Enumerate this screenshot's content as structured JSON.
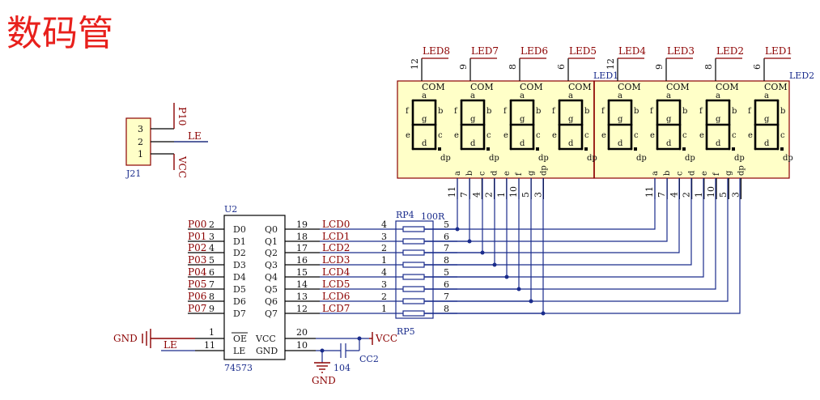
{
  "title": "数码管",
  "colors": {
    "title": "#e8201c",
    "wire": "#1a2c8c",
    "net_label": "#8b0000",
    "display_fill": "#ffffc8",
    "body": "#000000"
  },
  "displays": {
    "left": {
      "name": "LED1"
    },
    "right": {
      "name": "LED2"
    },
    "digit_labels": [
      "LED8",
      "LED7",
      "LED6",
      "LED5",
      "LED4",
      "LED3",
      "LED2",
      "LED1"
    ],
    "com_pins": [
      "12",
      "9",
      "8",
      "6",
      "12",
      "9",
      "8",
      "6"
    ],
    "com_label": "COM",
    "seg_a": "a",
    "seg_b": "b",
    "seg_c": "c",
    "seg_d": "d",
    "seg_e": "e",
    "seg_f": "f",
    "seg_g": "g",
    "seg_dp": "dp",
    "bottom_pins": [
      "a",
      "b",
      "c",
      "d",
      "e",
      "f",
      "g",
      "dp"
    ],
    "bottom_pin_numbers": [
      "11",
      "7",
      "4",
      "2",
      "1",
      "10",
      "5",
      "3"
    ]
  },
  "j21": {
    "name": "J21",
    "pins": [
      "3",
      "2",
      "1"
    ],
    "nets": [
      "P10",
      "LE",
      "VCC"
    ]
  },
  "u2": {
    "name": "U2",
    "part": "74573",
    "left_pins": [
      {
        "net": "P00",
        "num": "2",
        "pin": "D0"
      },
      {
        "net": "P01",
        "num": "3",
        "pin": "D1"
      },
      {
        "net": "P02",
        "num": "4",
        "pin": "D2"
      },
      {
        "net": "P03",
        "num": "5",
        "pin": "D3"
      },
      {
        "net": "P04",
        "num": "6",
        "pin": "D4"
      },
      {
        "net": "P05",
        "num": "7",
        "pin": "D5"
      },
      {
        "net": "P06",
        "num": "8",
        "pin": "D6"
      },
      {
        "net": "P07",
        "num": "9",
        "pin": "D7"
      }
    ],
    "right_pins": [
      {
        "pin": "Q0",
        "num": "19",
        "net": "LCD0"
      },
      {
        "pin": "Q1",
        "num": "18",
        "net": "LCD1"
      },
      {
        "pin": "Q2",
        "num": "17",
        "net": "LCD2"
      },
      {
        "pin": "Q3",
        "num": "16",
        "net": "LCD3"
      },
      {
        "pin": "Q4",
        "num": "15",
        "net": "LCD4"
      },
      {
        "pin": "Q5",
        "num": "14",
        "net": "LCD5"
      },
      {
        "pin": "Q6",
        "num": "13",
        "net": "LCD6"
      },
      {
        "pin": "Q7",
        "num": "12",
        "net": "LCD7"
      }
    ],
    "oe_pin": "OE",
    "oe_num": "1",
    "le_pin": "LE",
    "le_num": "11",
    "vcc_pin": "VCC",
    "vcc_num": "20",
    "gnd_pin": "GND",
    "gnd_num": "10"
  },
  "rp4": {
    "name": "RP4",
    "value": "100R",
    "left_nums": [
      "4",
      "3",
      "2",
      "1"
    ],
    "right_nums": [
      "5",
      "6",
      "7",
      "8"
    ]
  },
  "rp5": {
    "name": "RP5",
    "left_nums": [
      "4",
      "3",
      "2",
      "1"
    ],
    "right_nums": [
      "5",
      "6",
      "7",
      "8"
    ]
  },
  "power": {
    "gnd_left": "GND",
    "le_net": "LE",
    "vcc": "VCC",
    "gnd_bottom": "GND",
    "cap_name": "CC2",
    "cap_value": "104"
  }
}
